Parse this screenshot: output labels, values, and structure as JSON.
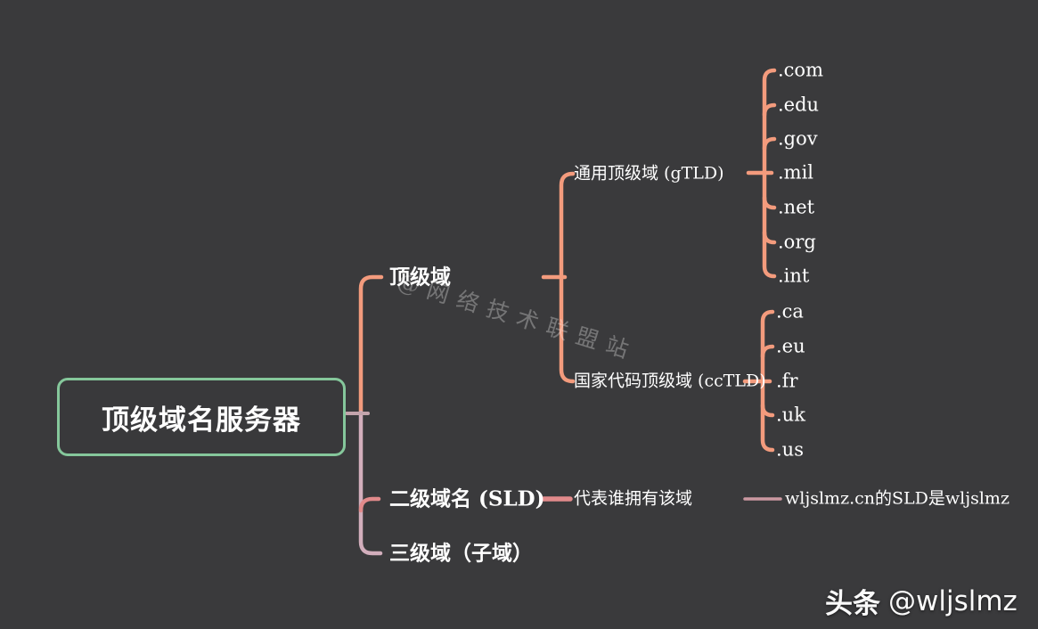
{
  "canvas": {
    "background": "#3a3a3c"
  },
  "colors": {
    "root_border": "#85c79b",
    "branch_tld": "#f39b7d",
    "branch_sld": "#e18a8b",
    "branch_third": "#d2aebc",
    "root_connector": "#c3a4ac",
    "note_connector": "#cb98a1",
    "text": "#ffffff"
  },
  "tree": {
    "root": "顶级域名服务器",
    "branches": [
      {
        "label": "顶级域",
        "children": [
          {
            "label": "通用顶级域 (gTLD)",
            "children": [
              ".com",
              ".edu",
              ".gov",
              ".mil",
              ".net",
              ".org",
              ".int"
            ]
          },
          {
            "label": "国家代码顶级域 (ccTLD)",
            "children": [
              ".ca",
              ".eu",
              ".fr",
              ".uk",
              ".us"
            ]
          }
        ]
      },
      {
        "label": "二级域名 (SLD)",
        "children": [
          {
            "label": "代表谁拥有该域",
            "children": [
              "wljslmz.cn的SLD是wljslmz"
            ]
          }
        ]
      },
      {
        "label": "三级域（子域）",
        "children": []
      }
    ]
  },
  "watermark": {
    "text": "@网络技术联盟站"
  },
  "footer": {
    "brand": "头条",
    "handle": "@wljslmz"
  }
}
